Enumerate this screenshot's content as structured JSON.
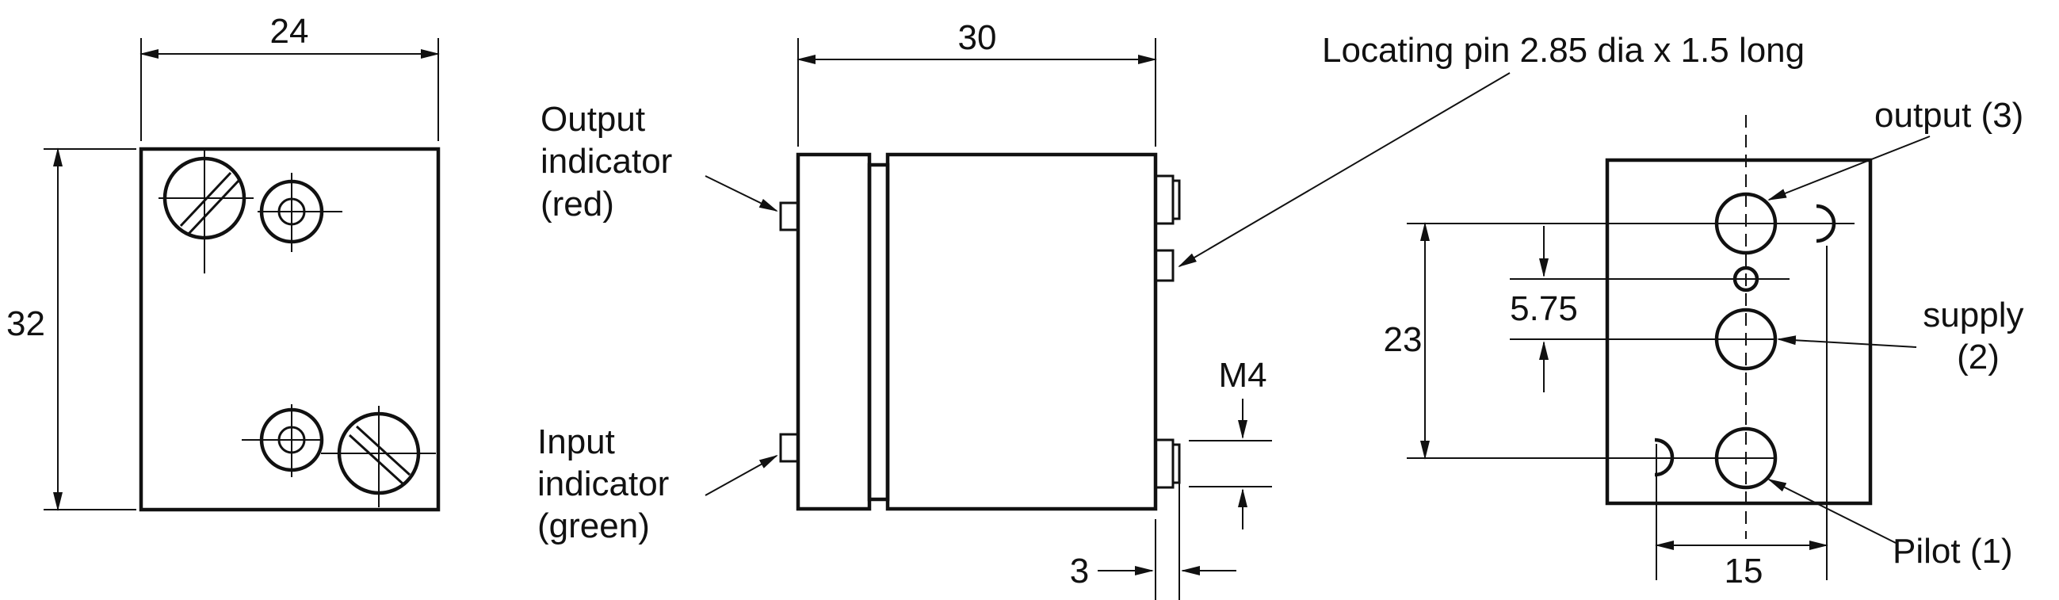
{
  "dimensions": {
    "front_width": "24",
    "front_height": "32",
    "side_length": "30",
    "rear_spacing": "23",
    "rear_offset": "5.75",
    "rear_width": "15",
    "thread": "M4",
    "pin_offset": "3"
  },
  "labels": {
    "locating_pin": "Locating pin 2.85 dia x 1.5 long",
    "output_indicator": [
      "Output",
      "indicator",
      "(red)"
    ],
    "input_indicator": [
      "Input",
      "indicator",
      "(green)"
    ],
    "output_port": "output (3)",
    "supply_port": [
      "supply",
      "(2)"
    ],
    "pilot_port": "Pilot (1)"
  },
  "colors": {
    "ink": "#111111",
    "background": "#ffffff"
  }
}
